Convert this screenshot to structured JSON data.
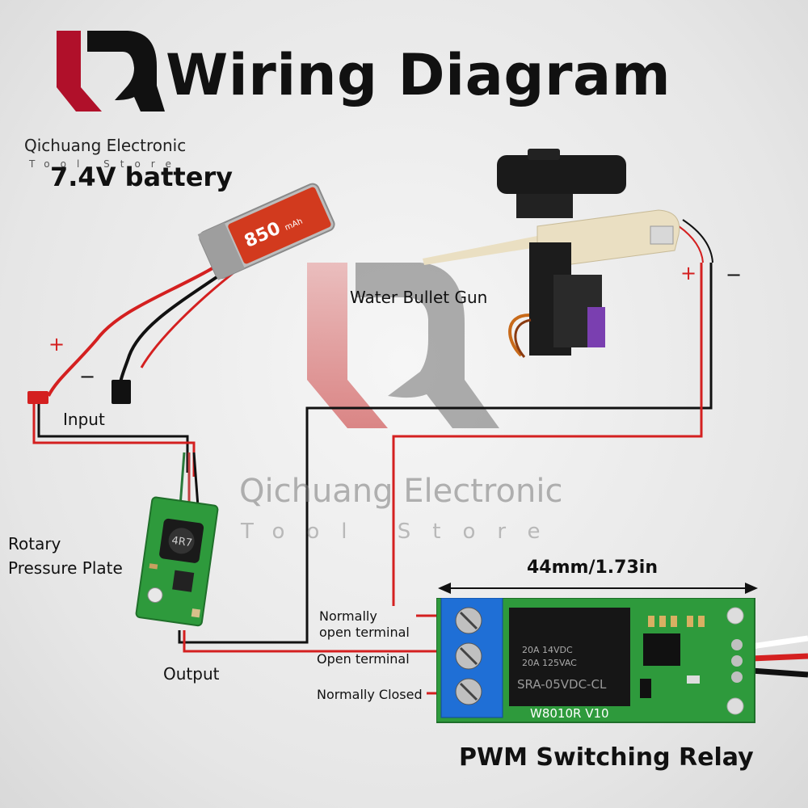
{
  "header": {
    "title": "Wiring Diagram",
    "brand": "Qichuang Electronic",
    "brand_sub": "Tool Store"
  },
  "watermark": {
    "brand": "Qichuang Electronic",
    "sub": "Tool Store"
  },
  "battery": {
    "label": "7.4V battery",
    "capacity_text": "850",
    "unit_text": "mAh",
    "plus": "+",
    "minus": "−"
  },
  "module": {
    "input_label": "Input",
    "output_label": "Output",
    "name": "Rotary\nPressure Plate",
    "inductor_text": "4R7"
  },
  "gun": {
    "label": "Water Bullet Gun",
    "plus": "+",
    "minus": "−"
  },
  "relay": {
    "title": "PWM Switching Relay",
    "dimension": "44mm/1.73in",
    "terminal_no": "Normally\nopen terminal",
    "terminal_com": "Open terminal",
    "terminal_nc": "Normally Closed",
    "relay_spec_1": "20A  14VDC",
    "relay_spec_2": "20A  125VAC",
    "relay_model": "SRA-05VDC-CL",
    "board_model": "W8010R  V10"
  },
  "colors": {
    "wire_red": "#d42020",
    "wire_black": "#111111",
    "pcb_green": "#2e9a3c",
    "terminal_blue": "#1f6fd6",
    "relay_black": "#161616",
    "logo_red": "#b0102a"
  }
}
